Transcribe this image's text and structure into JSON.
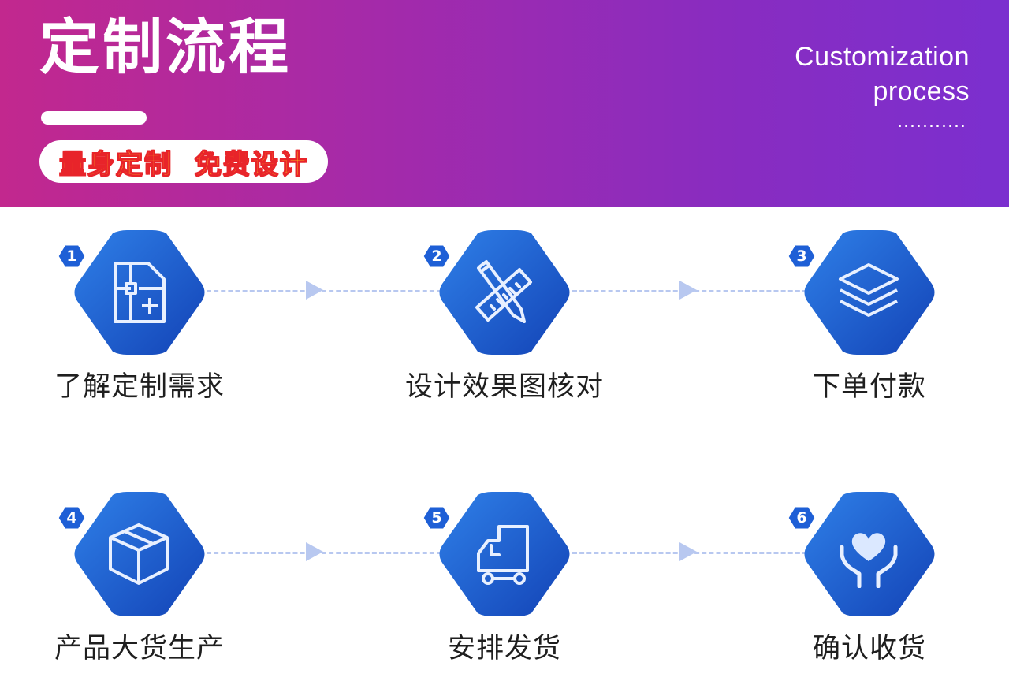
{
  "header": {
    "title": "定制流程",
    "slogan": "量身定制  免费设计",
    "en_title_line1": "Customization",
    "en_title_line2": "process",
    "en_dots": "...........",
    "colors": {
      "gradient_start": "#c2288e",
      "gradient_end": "#7b2fcf",
      "slogan_fill": "#ffd21c",
      "slogan_stroke": "#e8242a"
    }
  },
  "steps": [
    {
      "number": "1",
      "label": "了解定制需求",
      "icon": "blueprint-icon"
    },
    {
      "number": "2",
      "label": "设计效果图核对",
      "icon": "pencil-ruler-icon"
    },
    {
      "number": "3",
      "label": "下单付款",
      "icon": "layers-icon"
    },
    {
      "number": "4",
      "label": "产品大货生产",
      "icon": "package-box-icon"
    },
    {
      "number": "5",
      "label": "安排发货",
      "icon": "delivery-truck-icon"
    },
    {
      "number": "6",
      "label": "确认收货",
      "icon": "heart-hands-icon"
    }
  ],
  "style": {
    "hex_color_light": "#2f7fe6",
    "hex_color_dark": "#1345b8",
    "connector_color": "#b8c8f0"
  }
}
